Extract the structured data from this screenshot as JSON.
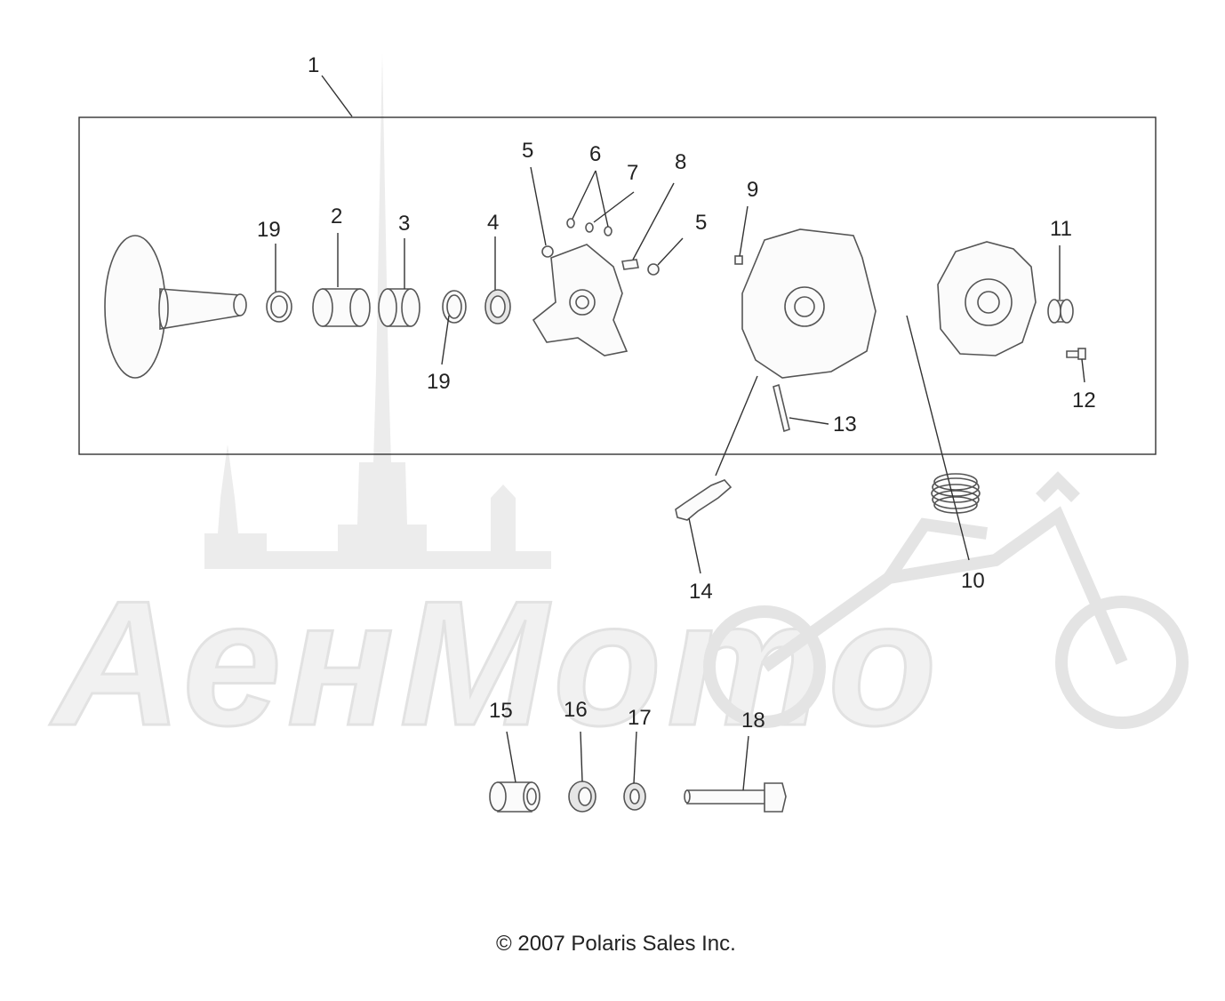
{
  "diagram": {
    "callouts": [
      "1",
      "2",
      "3",
      "4",
      "5",
      "6",
      "7",
      "8",
      "9",
      "10",
      "11",
      "12",
      "13",
      "14",
      "15",
      "16",
      "17",
      "18",
      "19"
    ],
    "callout_5_second": "5",
    "callout_19_second": "19"
  },
  "watermark": {
    "text": "АенМото",
    "icon": "motorcycle-icon"
  },
  "footer": {
    "copyright": "© 2007 Polaris Sales Inc."
  }
}
